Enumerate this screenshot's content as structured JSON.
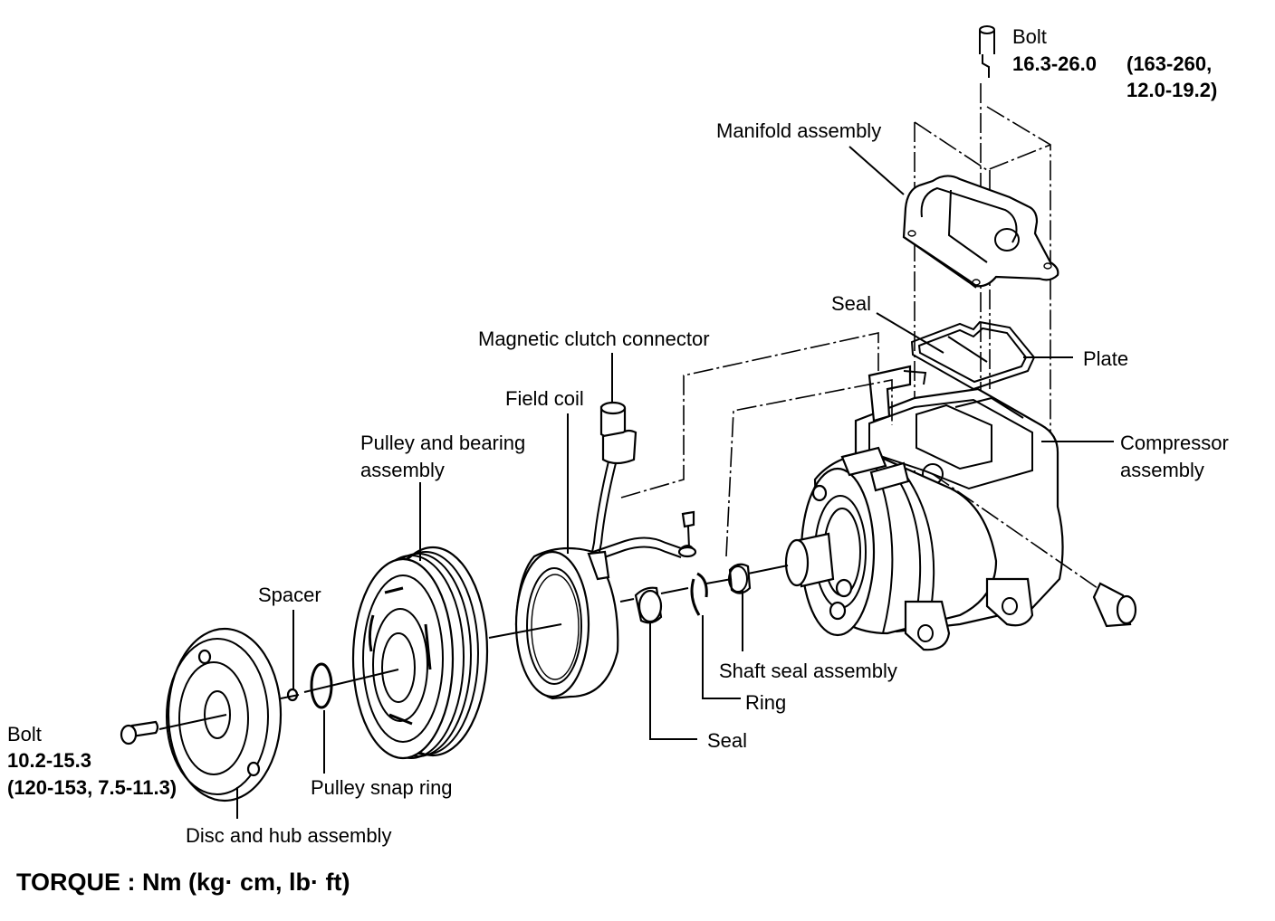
{
  "diagram": {
    "subject": "A/C compressor exploded view",
    "labels": {
      "top_bolt": {
        "name": "Bolt",
        "torque_nm": "16.3-26.0",
        "torque_alt_line1": "(163-260,",
        "torque_alt_line2": "12.0-19.2)"
      },
      "manifold_assembly": "Manifold assembly",
      "seal_top": "Seal",
      "plate": "Plate",
      "magnetic_clutch_connector": "Magnetic clutch connector",
      "field_coil": "Field coil",
      "compressor_assembly_line1": "Compressor",
      "compressor_assembly_line2": "assembly",
      "pulley_bearing_line1": "Pulley and bearing",
      "pulley_bearing_line2": "assembly",
      "spacer": "Spacer",
      "shaft_seal_assembly": "Shaft seal assembly",
      "ring": "Ring",
      "seal_bottom": "Seal",
      "front_bolt": {
        "name": "Bolt",
        "torque_nm": "10.2-15.3",
        "torque_alt": "(120-153, 7.5-11.3)"
      },
      "pulley_snap_ring": "Pulley snap ring",
      "disc_hub_assembly": "Disc and hub assembly"
    },
    "torque_units": "TORQUE : Nm (kg· cm, lb· ft)"
  }
}
